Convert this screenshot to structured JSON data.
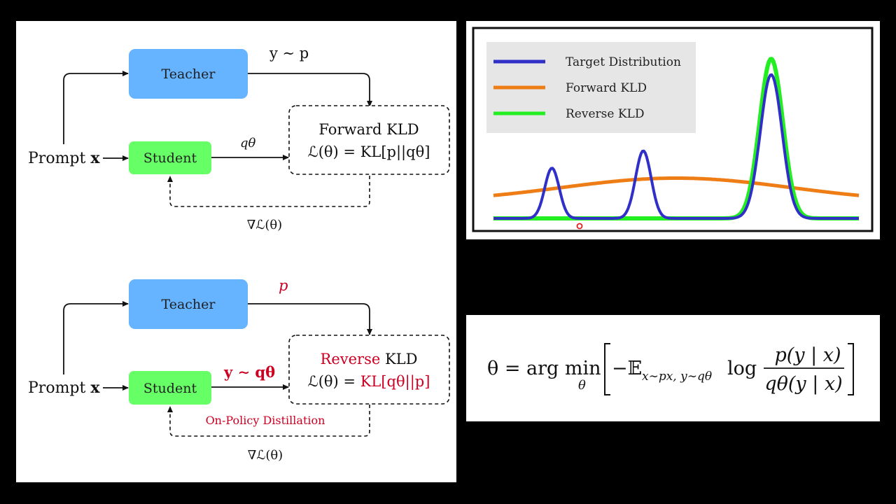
{
  "top_diagram": {
    "teacher_label": "Teacher",
    "student_label": "Student",
    "prompt_label": "Prompt",
    "prompt_var": "x",
    "teacher_output": "y ∼ p",
    "student_output": "qθ",
    "kld_title": "Forward KLD",
    "loss_lhs": "ℒ(θ) = ",
    "loss_rhs": "KL[p||qθ]",
    "gradient_label": "∇ℒ(θ)"
  },
  "bottom_diagram": {
    "teacher_label": "Teacher",
    "student_label": "Student",
    "prompt_label": "Prompt",
    "prompt_var": "x",
    "teacher_output": "p",
    "student_output": "y ∼ qθ",
    "kld_title_accent": "Reverse",
    "kld_title_rest": " KLD",
    "loss_lhs": "ℒ(θ) = ",
    "loss_rhs": "KL[qθ||p]",
    "feedback_label": "On-Policy Distillation",
    "gradient_label": "∇ℒ(θ)"
  },
  "colors": {
    "teacher_fill": "#66b3ff",
    "student_fill": "#66ff66",
    "accent_red": "#cc0022",
    "target_line": "#3030c8",
    "forward_line": "#ef7d15",
    "reverse_line": "#22ee22",
    "legend_bg": "#e6e6e6"
  },
  "chart_data": {
    "type": "line",
    "title": "",
    "xlabel": "",
    "ylabel": "",
    "legend_position": "top-left",
    "grid": false,
    "xlim": [
      0,
      10
    ],
    "ylim": [
      0,
      1.1
    ],
    "series": [
      {
        "name": "Target Distribution",
        "color": "#3030c8",
        "peaks": [
          {
            "center": 1.6,
            "height": 0.35,
            "width": 0.28
          },
          {
            "center": 4.1,
            "height": 0.47,
            "width": 0.3
          },
          {
            "center": 7.6,
            "height": 1.0,
            "width": 0.42
          }
        ]
      },
      {
        "name": "Forward KLD",
        "color": "#ef7d15",
        "broad": {
          "center": 5.0,
          "height": 0.28,
          "width": 4.5,
          "baseline": 0.11
        }
      },
      {
        "name": "Reverse KLD",
        "color": "#22ee22",
        "peaks": [
          {
            "center": 7.6,
            "height": 1.11,
            "width": 0.45
          }
        ]
      }
    ]
  },
  "formula": {
    "lhs": "θ = arg min",
    "under": "θ",
    "expect": "−𝔼",
    "subscript": "x∼px, y∼qθ",
    "log": "log",
    "numerator": "p(y | x)",
    "denominator": "qθ(y | x)"
  }
}
